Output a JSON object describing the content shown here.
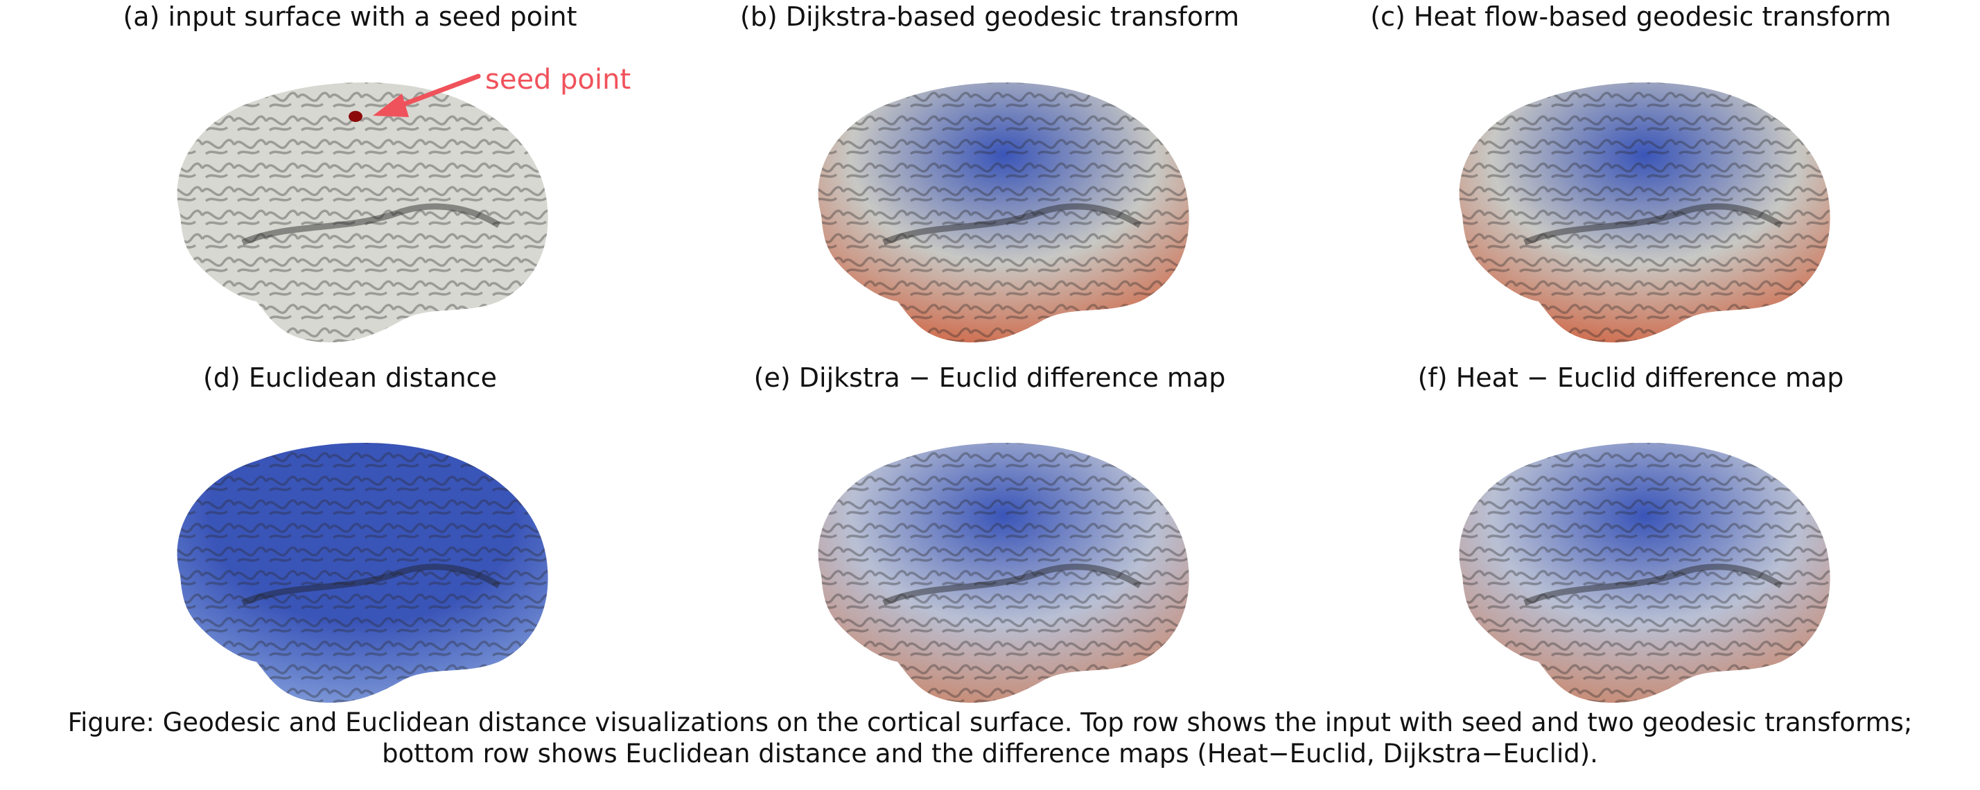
{
  "panels": [
    {
      "label": "(a) input surface with a seed point",
      "scheme": "gray"
    },
    {
      "label": "(b) Dijkstra-based geodesic transform",
      "scheme": "geodesic"
    },
    {
      "label": "(c) Heat flow-based geodesic transform",
      "scheme": "geodesic"
    },
    {
      "label": "(d) Euclidean distance",
      "scheme": "euclid"
    },
    {
      "label": "(e) Dijkstra − Euclid difference map",
      "scheme": "diff"
    },
    {
      "label": "(f) Heat − Euclid difference map",
      "scheme": "diff"
    }
  ],
  "annotation": {
    "seed_label": "seed point",
    "color": "#f0525b"
  },
  "caption": {
    "line1": "Figure: Geodesic and Euclidean distance visualizations on the cortical surface. Top row shows the input with seed and two geodesic transforms;",
    "line2": "bottom row shows Euclidean distance and the difference maps (Heat−Euclid, Dijkstra−Euclid)."
  },
  "colors": {
    "low": "#3a55b8",
    "mid": "#c8c8c4",
    "high": "#d06a4a",
    "gray_surface": "#d8d8d2",
    "seed": "#8b0a0a"
  }
}
